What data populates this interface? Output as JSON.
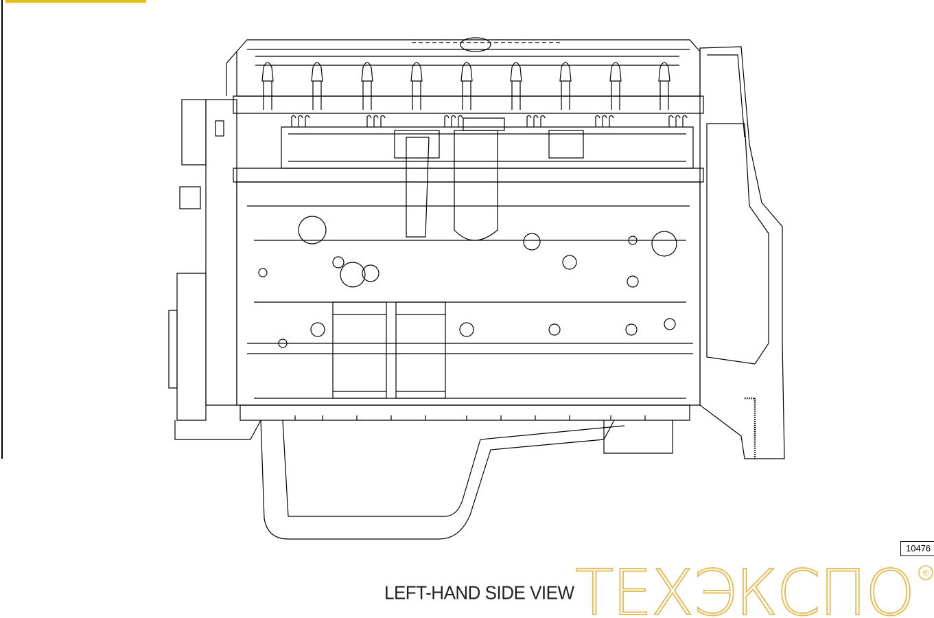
{
  "figure": {
    "view_caption": "LEFT-HAND SIDE VIEW",
    "reference_code": "10476",
    "watermark_text": "ТЕХЭКСПО",
    "registered_symbol": "®",
    "accent_color": "#e3c11f",
    "watermark_color": "#e4b84a",
    "line_color": "#000000"
  }
}
